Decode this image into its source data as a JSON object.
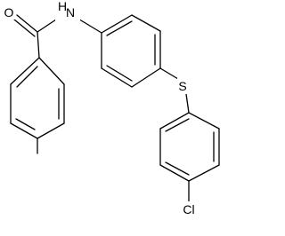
{
  "molecule": {
    "atoms": {
      "oxygen": "O",
      "amide_nitrogen": "N",
      "amide_hydrogen": "H",
      "sulfur": "S",
      "chlorine": "Cl"
    }
  },
  "colors": {
    "bond": "#000000",
    "label": "#000000",
    "background": "#ffffff"
  }
}
